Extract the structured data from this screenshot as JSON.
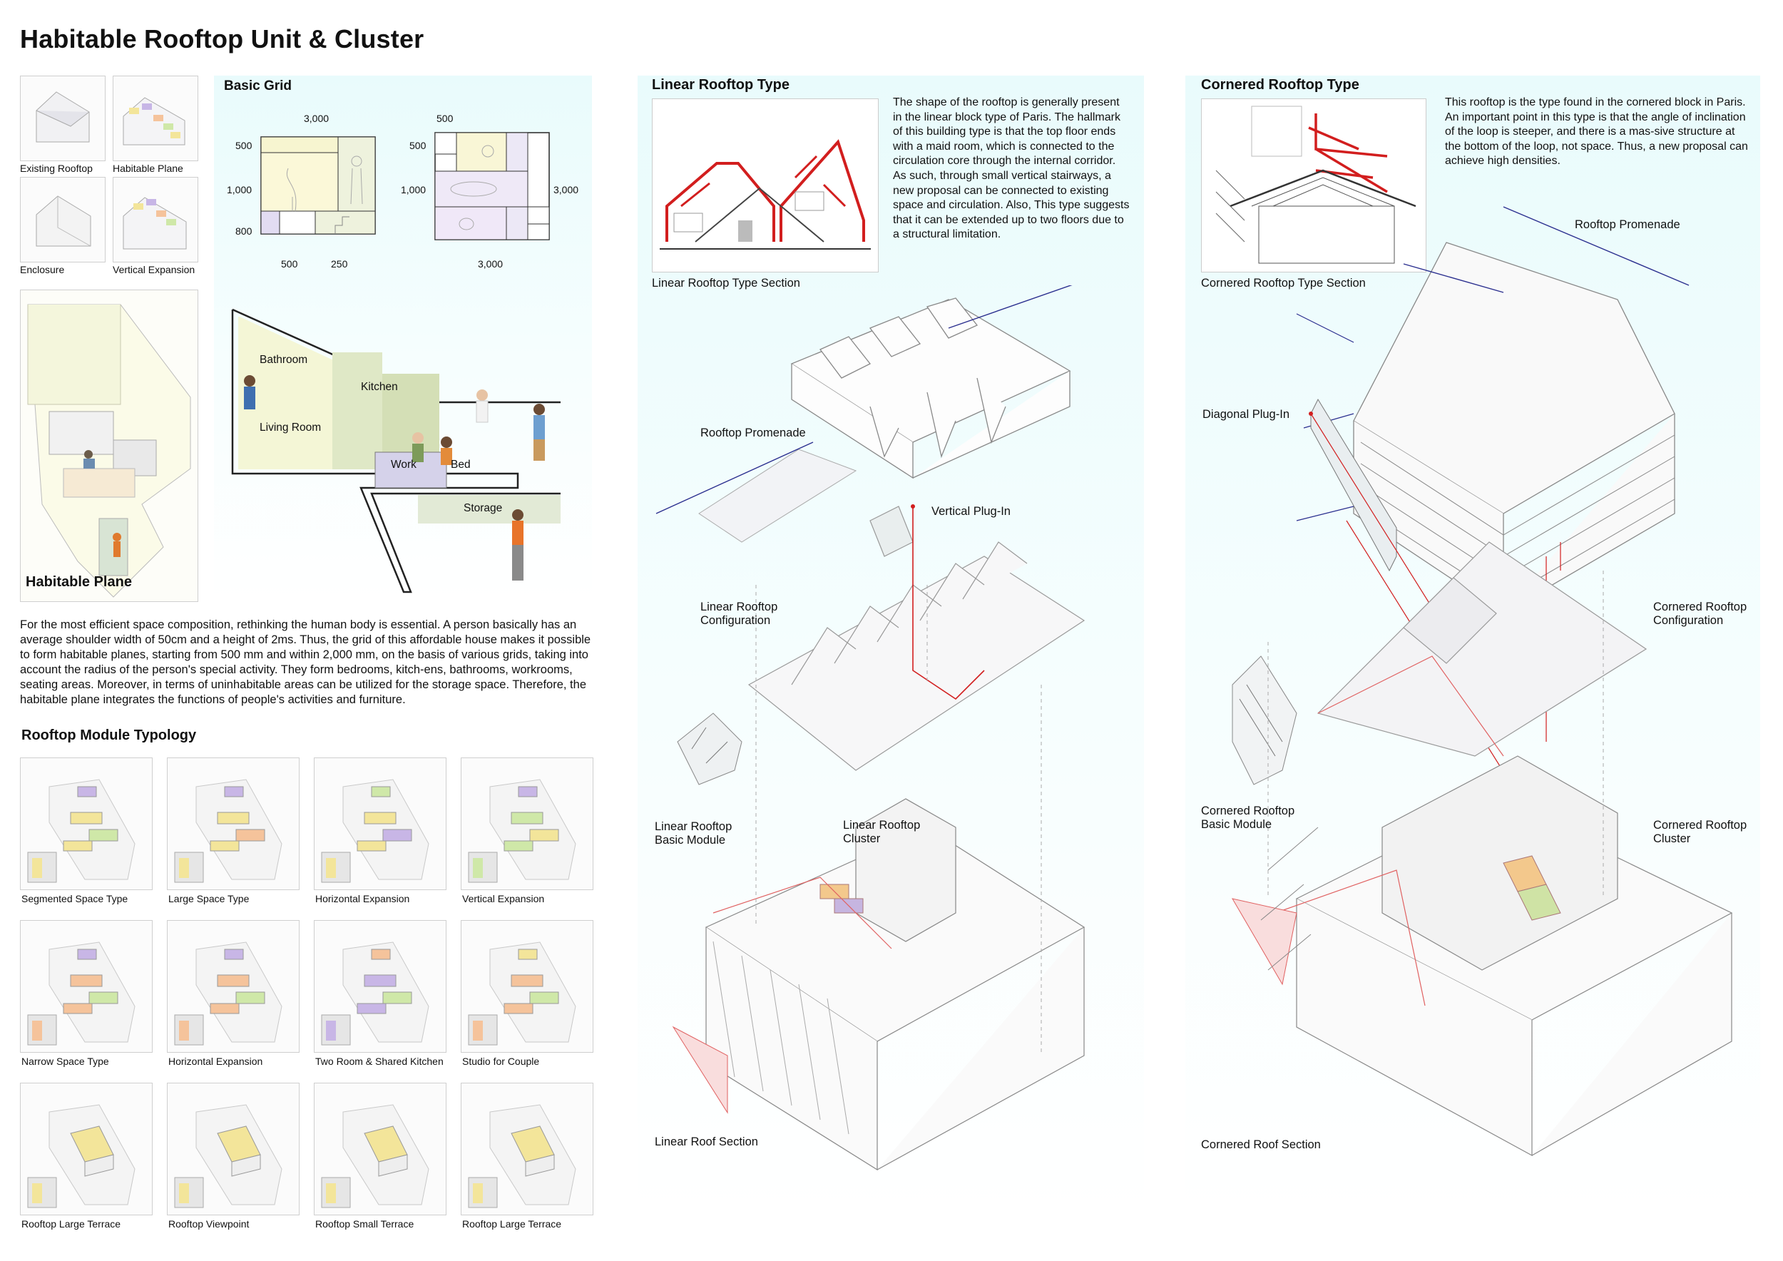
{
  "title": "Habitable Rooftop Unit & Cluster",
  "left": {
    "thumbs": [
      "Existing Rooftop",
      "Habitable Plane",
      "Enclosure",
      "Vertical Expansion"
    ],
    "habitable_plane_label": "Habitable Plane",
    "basic_grid": {
      "heading": "Basic Grid",
      "grid1": {
        "top": "3,000",
        "left": [
          "500",
          "1,000",
          "800"
        ],
        "bottom": [
          "500",
          "250"
        ]
      },
      "grid2": {
        "top": "500",
        "left": [
          "500",
          "1,000"
        ],
        "right": "3,000",
        "bottom": "3,000"
      }
    },
    "section_labels": [
      "Bathroom",
      "Kitchen",
      "Living Room",
      "Work",
      "Bed",
      "Storage"
    ],
    "paragraph": "For the most efficient space composition, rethinking the human body is essential. A person basically has an average shoulder width of 50cm and a height of 2ms. Thus,  the grid of this affordable house makes it possible to form habitable planes, starting from 500 mm and within 2,000 mm, on the basis of various grids, taking into account the radius of the person's special activity. They form bedrooms, kitch-ens, bathrooms, workrooms, seating areas. Moreover, in terms of uninhabitable areas can be utilized for the storage space. Therefore, the habitable plane integrates the functions of people's activities and furniture.",
    "typology_heading": "Rooftop Module Typology",
    "typology": [
      "Segmented Space Type",
      "Large Space Type",
      "Horizontal Expansion",
      "Vertical Expansion",
      "Narrow Space Type",
      "Horizontal Expansion",
      "Two Room & Shared Kitchen",
      "Studio for Couple",
      "Rooftop Large Terrace",
      "Rooftop Viewpoint",
      "Rooftop Small Terrace",
      "Rooftop Large Terrace"
    ]
  },
  "linear": {
    "heading": "Linear Rooftop Type",
    "text": "The shape of the rooftop is generally present in the linear block type of Paris. The hallmark of this building type is that the top floor ends with a maid room, which is connected to the circulation core through the internal corridor. As such, through small vertical stairways, a new proposal can be connected to existing space and circulation. Also, This type suggests that it can be extended up to two floors due to a structural limitation.",
    "section_caption": "Linear Rooftop Type Section",
    "promenade": "Rooftop Promenade",
    "vertical_plugin": "Vertical Plug-In",
    "configuration": "Linear Rooftop Configuration",
    "basic_module": "Linear Rooftop Basic Module",
    "cluster": "Linear Rooftop Cluster",
    "roof_section": "Linear Roof Section"
  },
  "cornered": {
    "heading": "Cornered Rooftop Type",
    "text": "This rooftop is the type found in the cornered block in Paris. An important point in this type is that the angle of inclination of the loop is steeper, and there is a mas-sive structure at the bottom of the loop, not space. Thus, a new proposal can achieve high densities.",
    "section_caption": "Cornered Rooftop Type Section",
    "promenade": "Rooftop Promenade",
    "diagonal_plugin": "Diagonal Plug-In",
    "configuration": "Cornered Rooftop Configuration",
    "basic_module": "Cornered Rooftop Basic Module",
    "cluster": "Cornered Rooftop Cluster",
    "roof_section": "Cornered Roof Section"
  },
  "colors": {
    "panel": "#eafbfc",
    "accent_red": "#d62020",
    "promenade_blue": "#2b2f8f"
  }
}
